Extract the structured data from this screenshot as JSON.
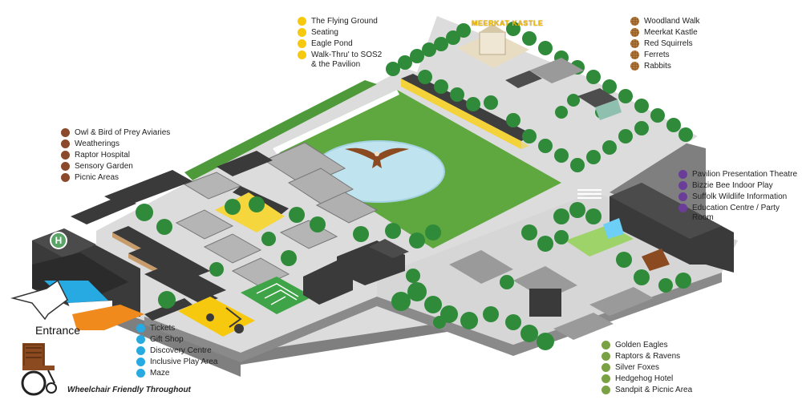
{
  "map": {
    "entrance_label": "Entrance",
    "wheelchair_label": "Wheelchair Friendly Throughout",
    "hospital_marker": "H",
    "meerkat_sign": "MEERKAT KASTLE"
  },
  "legends": {
    "yellow": {
      "color": "#f6c90e",
      "items": [
        "The Flying Ground",
        "Seating",
        "Eagle Pond",
        "Walk-Thru' to SOS2\n& the Pavilion"
      ]
    },
    "brown_pattern": {
      "color": "#8a5a2b",
      "items": [
        "Woodland Walk",
        "Meerkat Kastle",
        "Red Squirrels",
        "Ferrets",
        "Rabbits"
      ]
    },
    "brown": {
      "color": "#8b4a2c",
      "items": [
        "Owl & Bird of Prey Aviaries",
        "Weatherings",
        "Raptor Hospital",
        "Sensory Garden",
        "Picnic Areas"
      ]
    },
    "purple": {
      "color": "#6a3d98",
      "items": [
        "Pavilion Presentation Theatre",
        "Bizzie Bee Indoor Play",
        "Suffolk Wildlife Information",
        "Education Centre / Party Room"
      ]
    },
    "blue": {
      "color": "#27aae1",
      "items": [
        "Tickets",
        "Gift Shop",
        "Discovery Centre",
        "Inclusive Play Area",
        "Maze"
      ]
    },
    "green": {
      "color": "#7aa245",
      "items": [
        "Golden Eagles",
        "Raptors & Ravens",
        "Silver Foxes",
        "Hedgehog Hotel",
        "Sandpit & Picnic Area"
      ]
    }
  },
  "icons": [
    "wheelchair-icon",
    "eagle-icon",
    "entrance-arrow-icon",
    "hospital-icon"
  ],
  "colors": {
    "grass": "#5fa83f",
    "pond": "#bfe3ef",
    "path": "#d9d9d9",
    "building": "#3b3b3b",
    "tree": "#2f8a3a"
  }
}
